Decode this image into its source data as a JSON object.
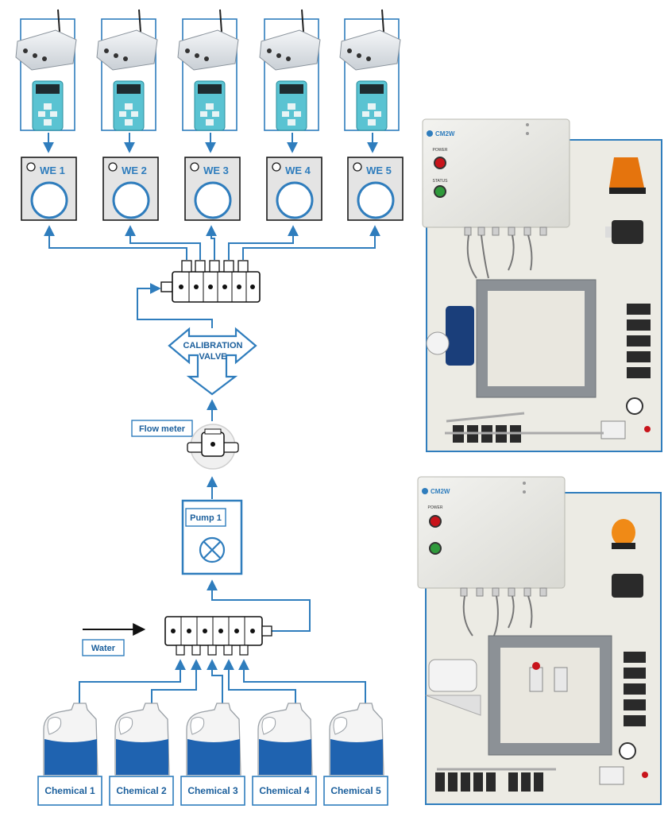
{
  "analyzers": [
    {
      "label": "WE 1"
    },
    {
      "label": "WE 2"
    },
    {
      "label": "WE 3"
    },
    {
      "label": "WE 4"
    },
    {
      "label": "WE 5"
    }
  ],
  "calibration_valve": {
    "line1": "CALIBRATION",
    "line2": "VALVE"
  },
  "flow_meter": {
    "label": "Flow meter"
  },
  "pump": {
    "label": "Pump 1"
  },
  "water": {
    "label": "Water"
  },
  "chemicals": [
    {
      "label": "Chemical 1"
    },
    {
      "label": "Chemical 2"
    },
    {
      "label": "Chemical 3"
    },
    {
      "label": "Chemical 4"
    },
    {
      "label": "Chemical 5"
    }
  ],
  "panels": [
    {
      "brand": "CM2W",
      "power_label": "POWER",
      "status_label": "STATUS"
    },
    {
      "brand": "CM2W",
      "power_label": "POWER"
    }
  ],
  "colors": {
    "line": "#2f7dbd",
    "liquid": "#1f63b0",
    "panel": "#ecebe4"
  }
}
